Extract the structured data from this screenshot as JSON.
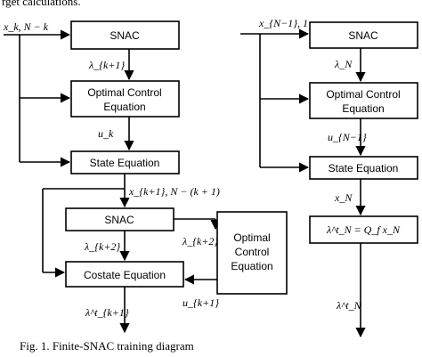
{
  "top_text": "rget calculations.",
  "caption": "Fig. 1. Finite-SNAC training diagram",
  "left": {
    "input_label": "x_k, N − k",
    "snac_label": "SNAC",
    "lambda_k1": "λ_{k+1}",
    "oce_line1": "Optimal Control",
    "oce_line2": "Equation",
    "u_k": "u_k",
    "state_label": "State Equation",
    "x_k1_label": "x_{k+1}, N − (k + 1)",
    "snac2_label": "SNAC",
    "lambda_k2_left": "λ_{k+2}",
    "lambda_k2_right": "λ_{k+2}",
    "oce2_line1": "Optimal",
    "oce2_line2": "Control",
    "oce2_line3": "Equation",
    "costate_label": "Costate Equation",
    "u_k1": "u_{k+1}",
    "lambda_t_k1": "λ^t_{k+1}"
  },
  "right": {
    "input_label": "x_{N−1}, 1",
    "snac_label": "SNAC",
    "lambda_N": "λ_N",
    "oce_line1": "Optimal Control",
    "oce_line2": "Equation",
    "u_N1": "u_{N−1}",
    "state_label": "State Equation",
    "x_N": "x_N",
    "terminal_eq": "λ^t_N = Q_f x_N",
    "lambda_t_N": "λ^t_N"
  }
}
